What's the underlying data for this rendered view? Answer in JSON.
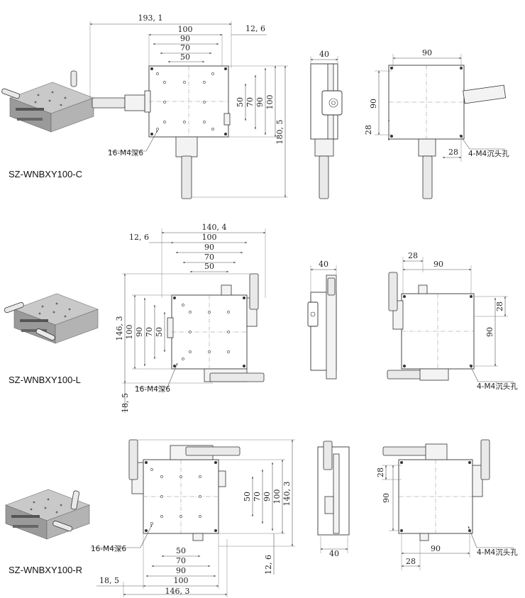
{
  "rows": [
    {
      "model": "SZ-WNBXY100-C",
      "front": {
        "overall_width": "193, 1",
        "widths": [
          "100",
          "90",
          "70",
          "50"
        ],
        "offset": "12, 6",
        "heights": [
          "50",
          "70",
          "90",
          "100"
        ],
        "overall_height": "180, 5",
        "holes_note": "16-M4深6"
      },
      "side": {
        "thickness": "40"
      },
      "bottom": {
        "width": "90",
        "height": "90",
        "spacing_v": "28",
        "spacing_h": "28",
        "holes_note": "4-M4沉头孔"
      }
    },
    {
      "model": "SZ-WNBXY100-L",
      "front": {
        "overall_width": "140, 4",
        "offset": "12, 6",
        "widths": [
          "100",
          "90",
          "70",
          "50"
        ],
        "overall_height": "146, 3",
        "heights": [
          "100",
          "90",
          "70",
          "50"
        ],
        "bottom_offset": "18, 5",
        "holes_note": "16-M4深6"
      },
      "side": {
        "thickness": "40"
      },
      "bottom": {
        "spacing_h": "28",
        "width": "90",
        "spacing_v": "28",
        "height": "90",
        "holes_note": "4-M4沉头孔"
      }
    },
    {
      "model": "SZ-WNBXY100-R",
      "front": {
        "heights": [
          "50",
          "70",
          "90",
          "100"
        ],
        "overall_height": "140, 3",
        "holes_note": "16-M4深6",
        "widths": [
          "50",
          "70",
          "90",
          "100"
        ],
        "bottom_offset_v": "12, 6",
        "bottom_offset_h": "18, 5",
        "overall_width": "146, 3"
      },
      "side": {
        "thickness": "40"
      },
      "bottom": {
        "spacing_v": "28",
        "height": "90",
        "width": "90",
        "spacing_h": "28",
        "holes_note": "4-M4沉头孔"
      }
    }
  ]
}
